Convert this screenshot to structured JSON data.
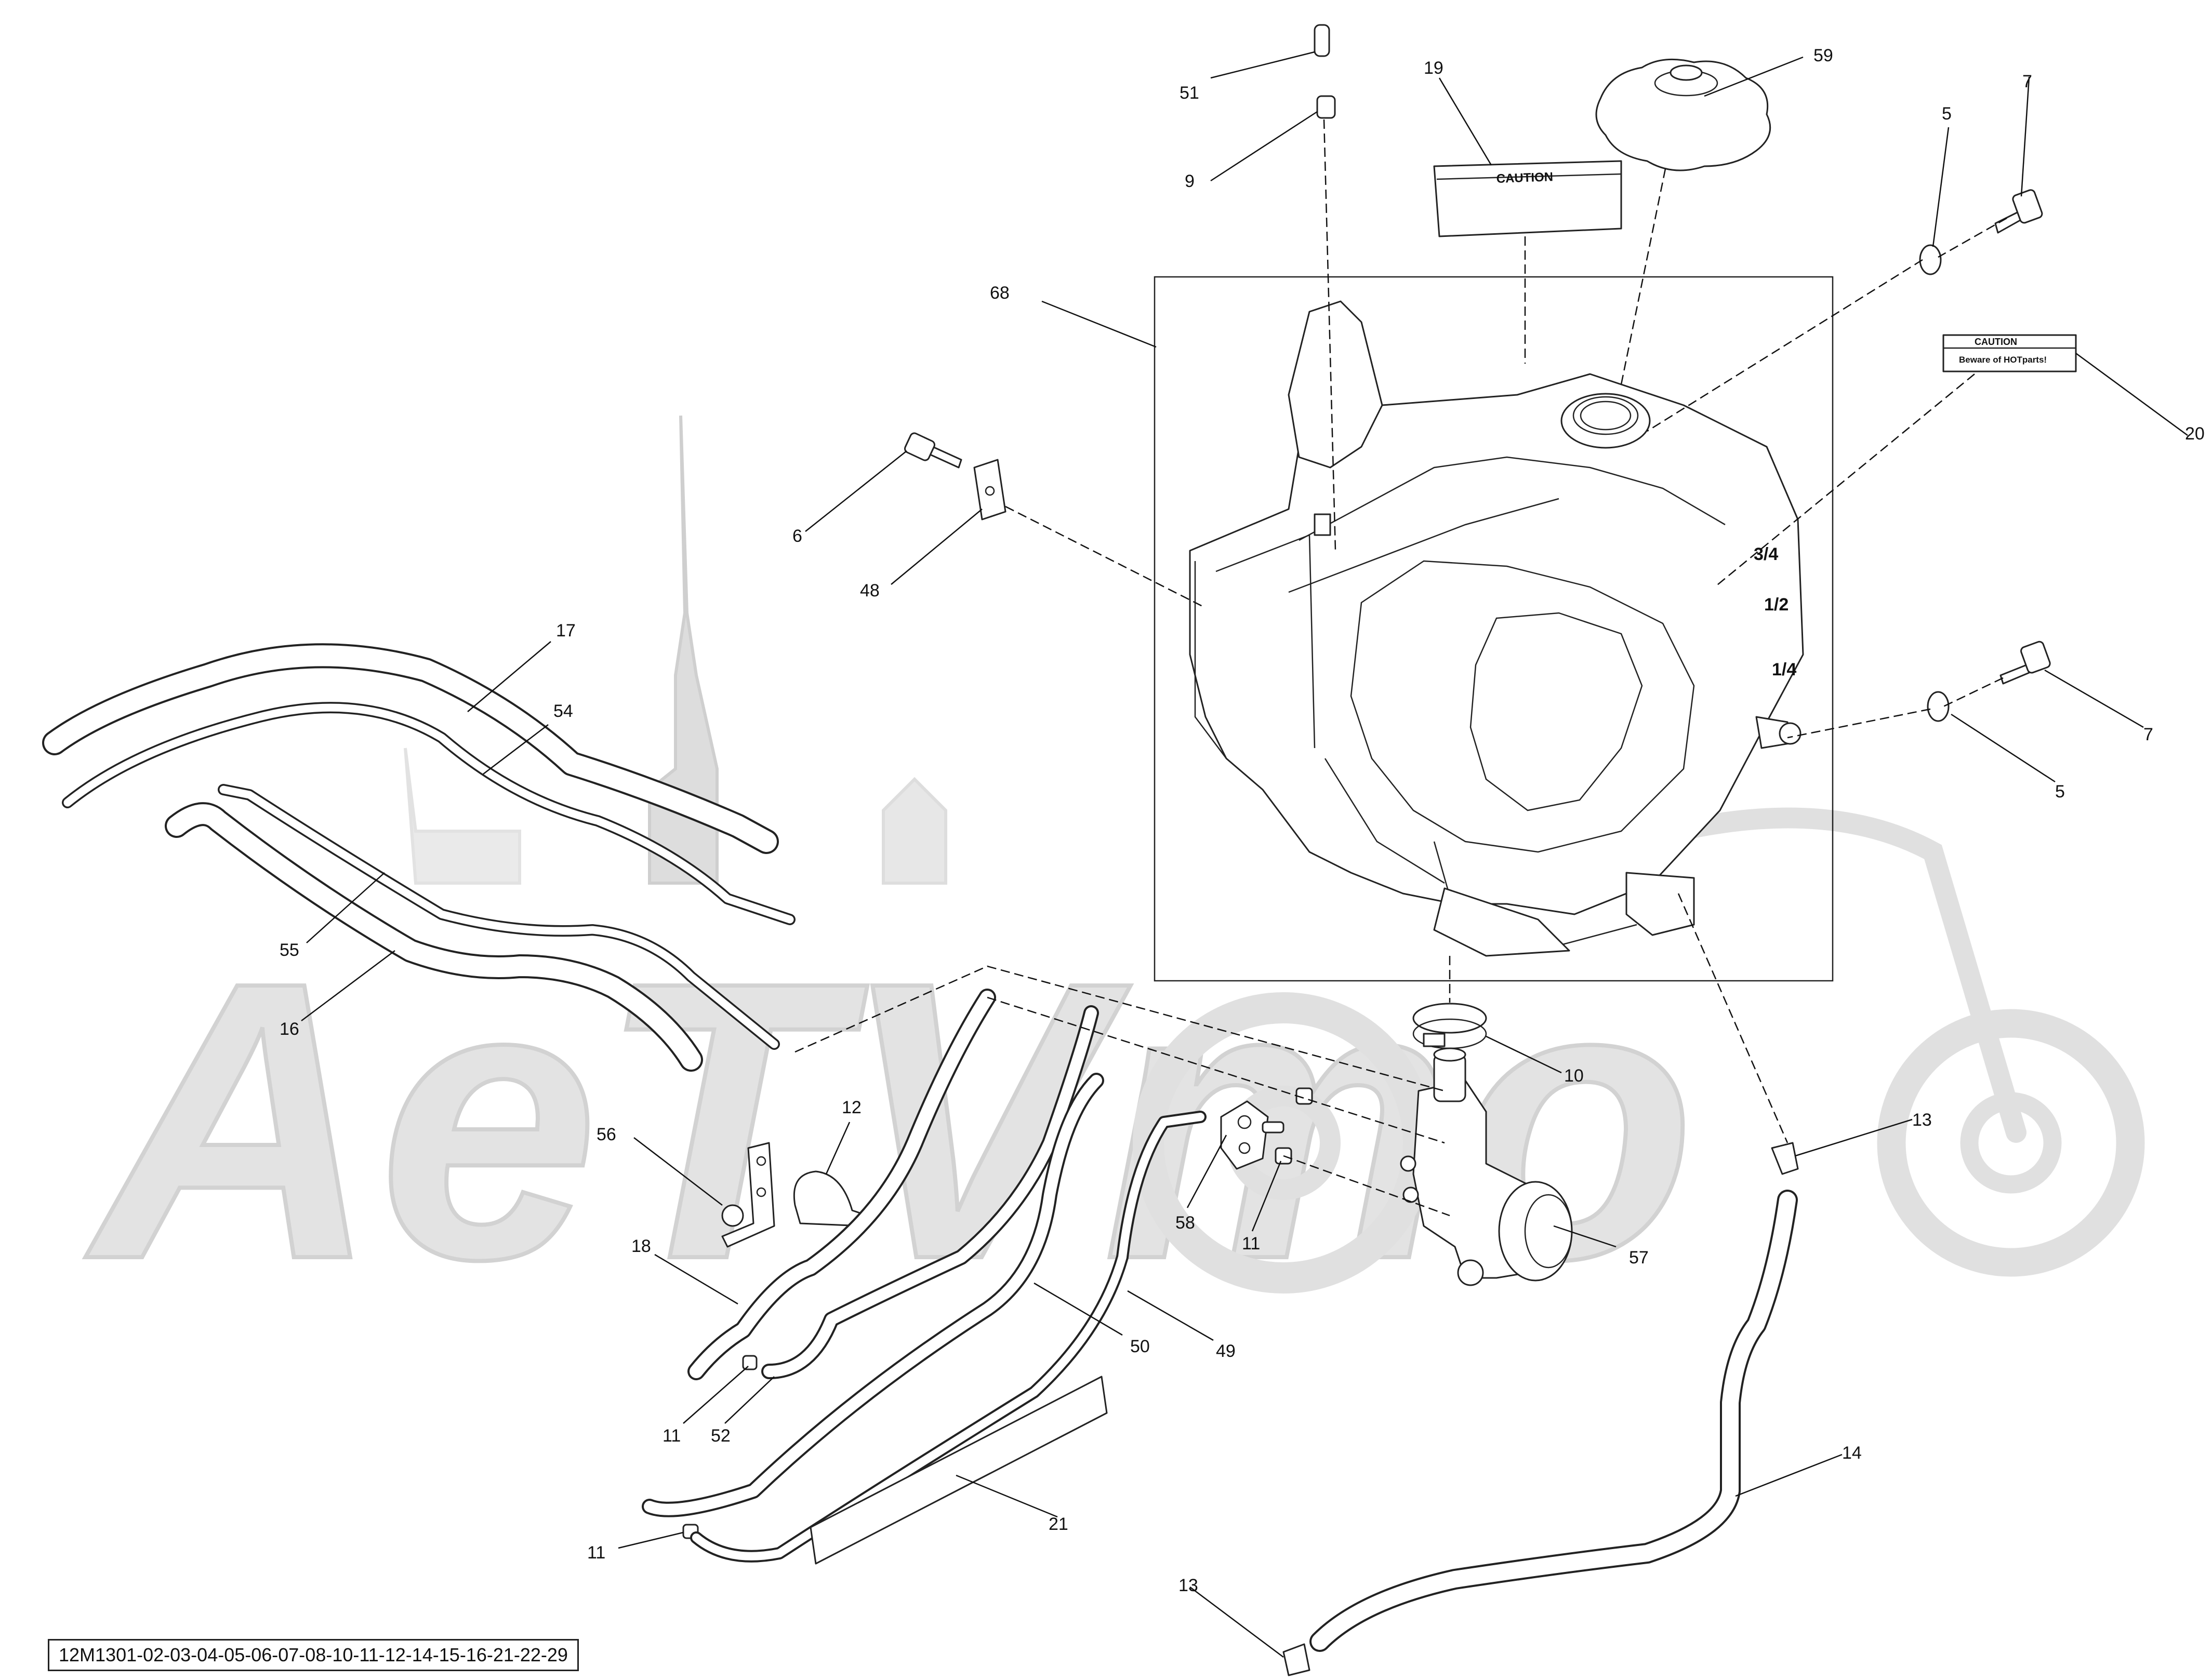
{
  "diagram": {
    "reference_code": "12M1301-02-03-04-05-06-07-08-10-11-12-14-15-16-21-22-29",
    "decals": {
      "caution_label": "CAUTION",
      "hot_parts_caution": "CAUTION",
      "hot_parts_text": "Beware of HOTparts!"
    },
    "tank_gauge_marks": [
      "3/4",
      "1/2",
      "1/4"
    ],
    "callouts": {
      "c51": "51",
      "c9": "9",
      "c19": "19",
      "c59": "59",
      "c7a": "7",
      "c5a": "5",
      "c68": "68",
      "c20": "20",
      "c6": "6",
      "c48": "48",
      "c17": "17",
      "c54": "54",
      "c7b": "7",
      "c5b": "5",
      "c55": "55",
      "c16": "16",
      "c10": "10",
      "c12": "12",
      "c56": "56",
      "c13a": "13",
      "c58": "58",
      "c11a": "11",
      "c57": "57",
      "c18": "18",
      "c50": "50",
      "c49": "49",
      "c11b": "11",
      "c52": "52",
      "c14": "14",
      "c21": "21",
      "c11c": "11",
      "c13b": "13"
    },
    "watermark": "AeTVmo"
  }
}
